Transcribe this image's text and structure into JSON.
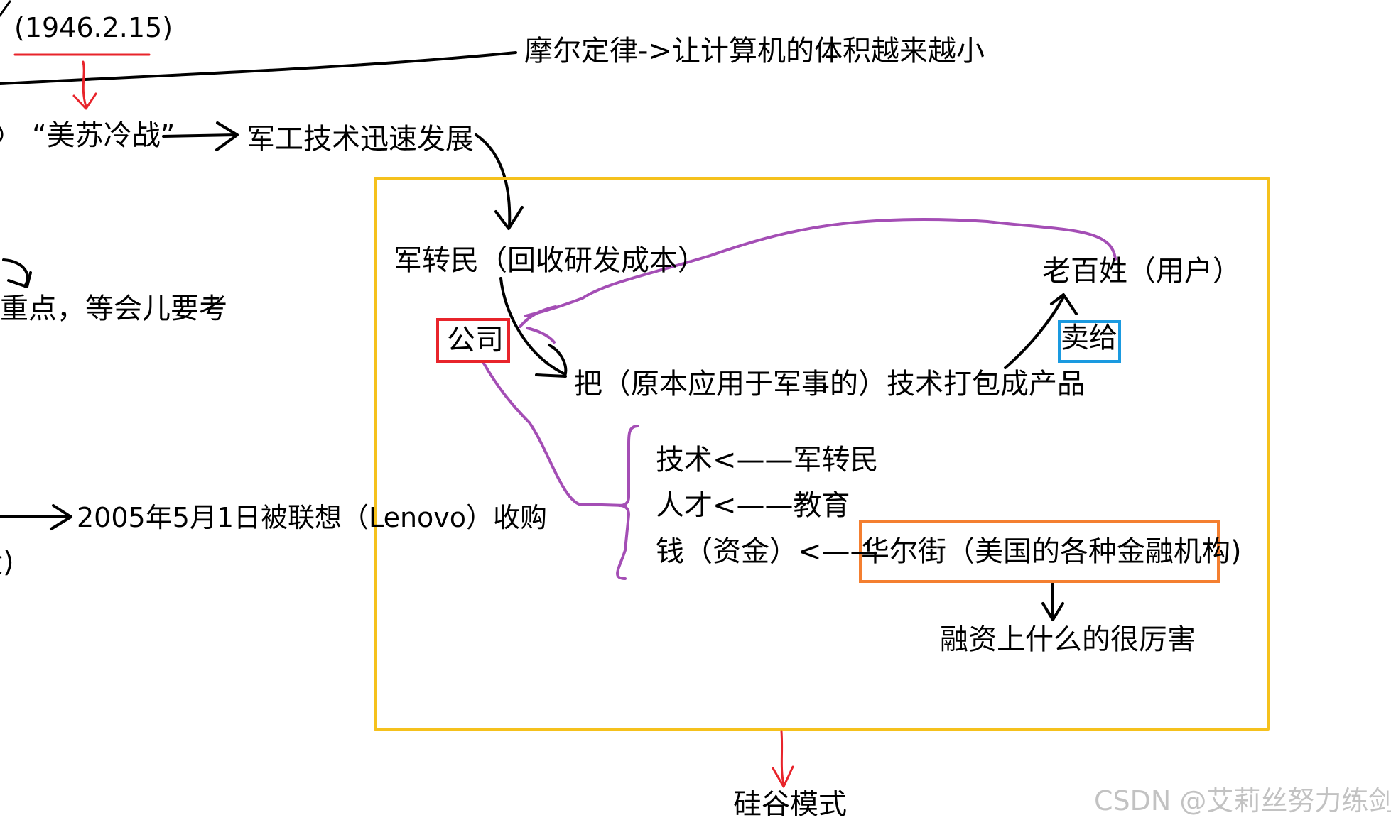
{
  "colors": {
    "ink": "#000000",
    "red": "#e8242b",
    "purple": "#a44eb5",
    "yellow": "#f5c11d",
    "blue": "#1a9ae0",
    "orange": "#f47f30",
    "watermark": "#c2c2c2"
  },
  "nodes": {
    "date": "(1946.2.15)",
    "moore": "摩尔定律->让计算机的体积越来越小",
    "cold_war": "“美苏冷战”",
    "military_tech": "军工技术迅速发展",
    "military_to_civil": "军转民（回收研发成本）",
    "key_point": "重点，等会儿要考",
    "company": "公司",
    "package": "把（原本应用于军事的）技术打包成产品",
    "consumers": "老百姓（用户）",
    "sell_to": "卖给",
    "lenovo": "2005年5月1日被联想（Lenovo）收购",
    "left_fragment": "没)",
    "tech_source": "技术<——军转民",
    "talent_source": "人才<——教育",
    "money_source_prefix": "钱（资金）<——",
    "wall_street": "华尔街（美国的各种金融机构)",
    "financing": "融资上什么的很厉害",
    "silicon_valley": "硅谷模式"
  },
  "watermark": "CSDN @艾莉丝努力练剑",
  "icons": [
    "down-arrow-icon",
    "right-arrow-icon",
    "curved-arrow-icon",
    "curly-brace-icon"
  ]
}
